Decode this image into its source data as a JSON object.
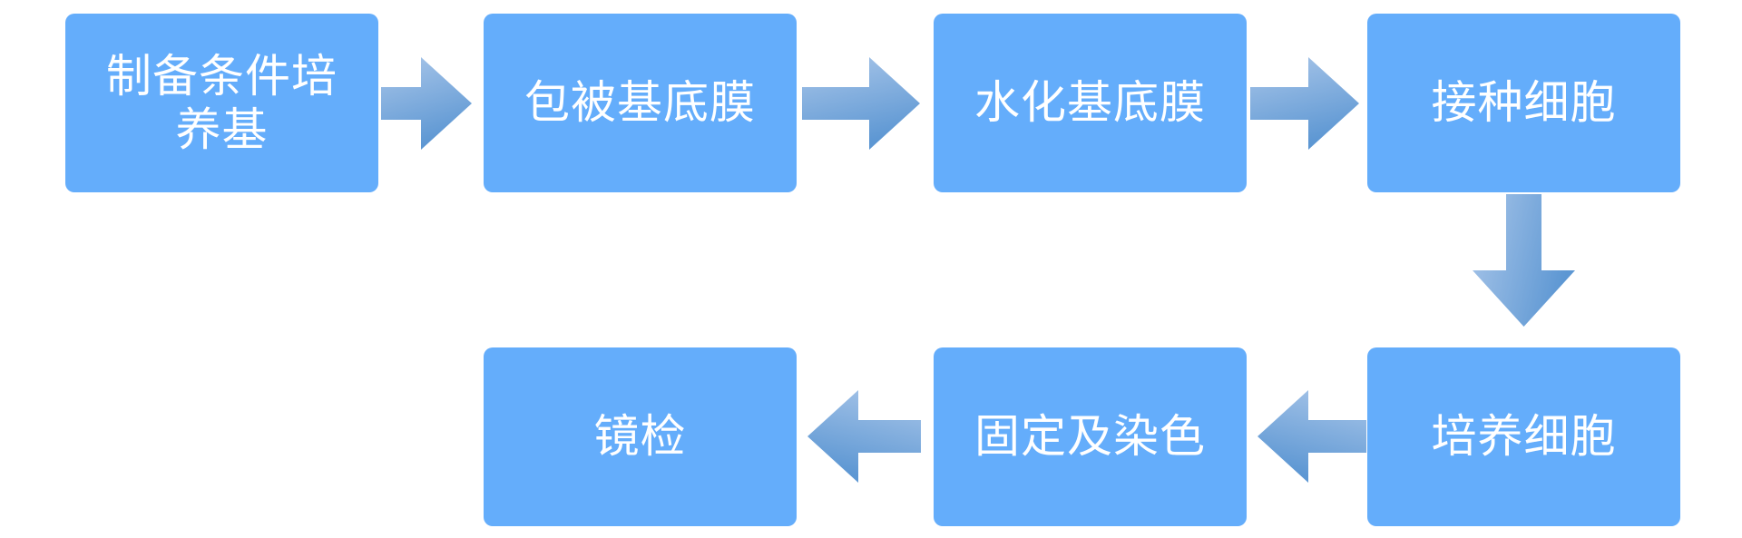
{
  "diagram": {
    "type": "flowchart",
    "background_color": "#ffffff",
    "node_fill_color": "#64adfb",
    "node_text_color": "#ffffff",
    "arrow_gradient_start": "#a9c6e9",
    "arrow_gradient_end": "#5d97d3",
    "nodes": [
      {
        "id": "prepare-conditioned-medium",
        "label": "制备条件培\n养基"
      },
      {
        "id": "coat-basement-membrane",
        "label": "包被基底膜"
      },
      {
        "id": "hydrate-basement-membrane",
        "label": "水化基底膜"
      },
      {
        "id": "seed-cells",
        "label": "接种细胞"
      },
      {
        "id": "culture-cells",
        "label": "培养细胞"
      },
      {
        "id": "fix-and-stain",
        "label": "固定及染色"
      },
      {
        "id": "microscopy",
        "label": "镜检"
      }
    ],
    "flow": [
      {
        "from": "制备条件培养基",
        "to": "包被基底膜",
        "direction": "right"
      },
      {
        "from": "包被基底膜",
        "to": "水化基底膜",
        "direction": "right"
      },
      {
        "from": "水化基底膜",
        "to": "接种细胞",
        "direction": "right"
      },
      {
        "from": "接种细胞",
        "to": "培养细胞",
        "direction": "down"
      },
      {
        "from": "培养细胞",
        "to": "固定及染色",
        "direction": "left"
      },
      {
        "from": "固定及染色",
        "to": "镜检",
        "direction": "left"
      }
    ]
  }
}
